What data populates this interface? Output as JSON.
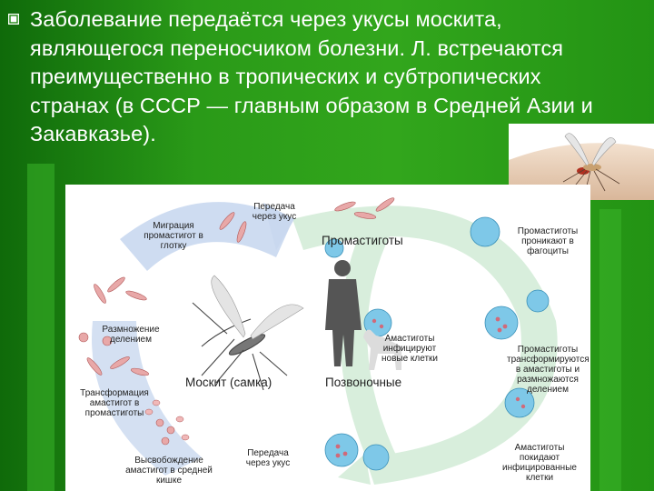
{
  "slide": {
    "paragraph": "Заболевание передаётся через укусы москита, являющегося переносчиком болезни. Л. встречаются преимущественно в тропических и субтропических странах (в СССР — главным образом в Средней Азии и Закавказье).",
    "bullet_icon": "square-bullet-icon"
  },
  "diagram": {
    "labels": {
      "transfer_bite_top": "Передача через укус",
      "migration": "Миграция промастигот в глотку",
      "promastigotes": "Промастиготы",
      "promastigotes_enter": "Промастиготы проникают в фагоциты",
      "division": "Размножение делением",
      "amastigotes_infect": "Амастиготы инфицируют новые клетки",
      "promastigotes_transform": "Промастиготы трансформируются в амастиготы и размножаются делением",
      "mosquito": "Москит (самка)",
      "vertebrates": "Позвоночные",
      "amastigote_transform": "Трансформация амастигот в промастиготы",
      "release": "Высвобождение амастигот в средней кишке",
      "transfer_bite_bottom": "Передача через укус",
      "amastigotes_leave": "Амастиготы покидают инфицированные клетки"
    }
  },
  "colors": {
    "slide_background": "#1f8a12",
    "cycle_ring": "#d8eedc",
    "sandfly_zone": "#c9d8ef",
    "cell": "#7ec8e8",
    "parasite": "#e8a8a8"
  }
}
